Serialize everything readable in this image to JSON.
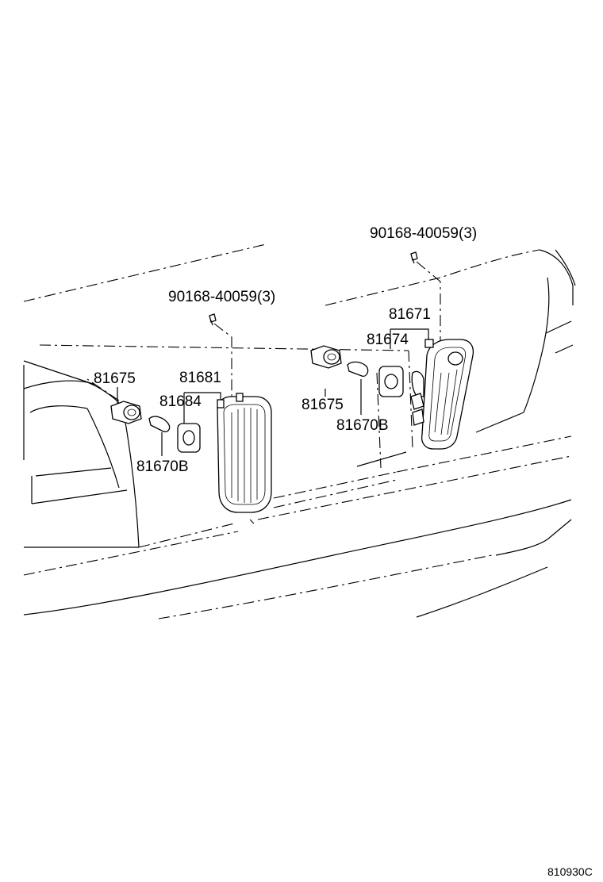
{
  "callouts": {
    "screw_right": "90168-40059(3)",
    "screw_left": "90168-40059(3)",
    "lamp_right": "81671",
    "gasket_right": "81674",
    "socket_left": "81675",
    "lamp_left": "81681",
    "gasket_left": "81684",
    "socket_right": "81675",
    "bulb_right": "81670B",
    "bulb_left": "81670B"
  },
  "diagram_code": "810930C"
}
